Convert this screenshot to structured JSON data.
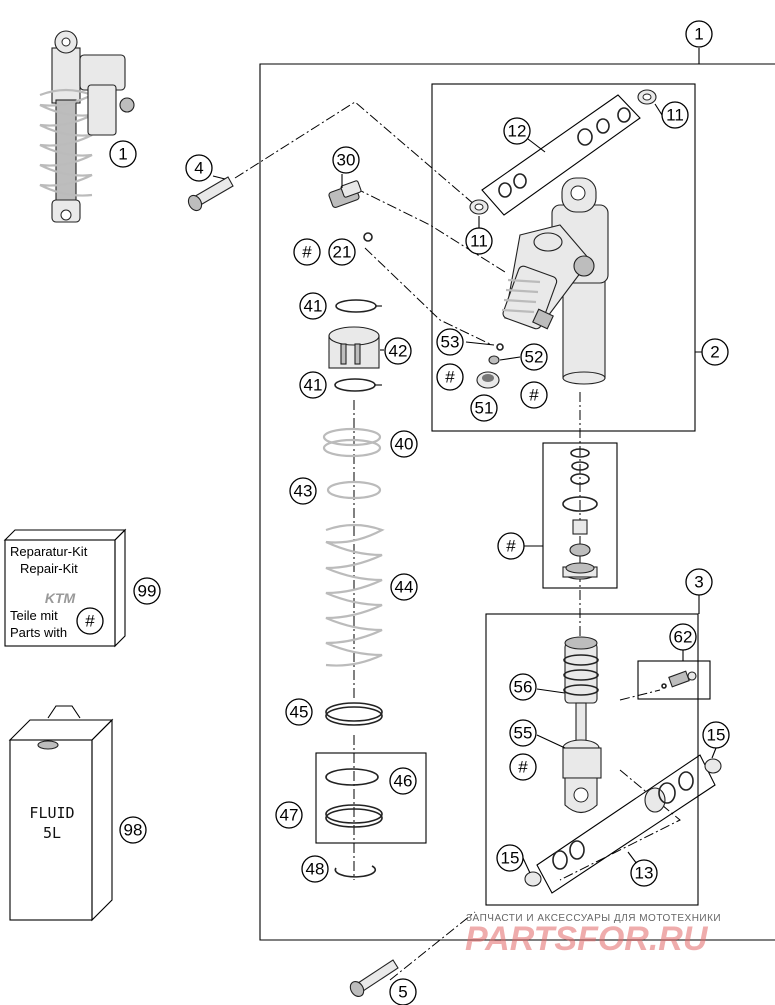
{
  "callouts": {
    "c1_top": "1",
    "c1_left": "1",
    "c2": "2",
    "c3": "3",
    "c4": "4",
    "c5": "5",
    "c11_a": "11",
    "c11_b": "11",
    "c12": "12",
    "c13": "13",
    "c15_a": "15",
    "c15_b": "15",
    "c21": "21",
    "c30": "30",
    "c40": "40",
    "c41_a": "41",
    "c41_b": "41",
    "c42": "42",
    "c43": "43",
    "c44": "44",
    "c45": "45",
    "c46": "46",
    "c47": "47",
    "c48": "48",
    "c51": "51",
    "c52": "52",
    "c53": "53",
    "c55": "55",
    "c56": "56",
    "c62": "62",
    "c98": "98",
    "c99": "99",
    "hash_21": "#",
    "hash_51": "#",
    "hash_52": "#",
    "hash_kit": "#",
    "hash_55": "#",
    "hash_box": "#"
  },
  "repair_kit": {
    "line1": "Reparatur-Kit",
    "line2": "Repair-Kit",
    "brand": "KTM",
    "line3": "Teile mit",
    "line4": "Parts with"
  },
  "fluid_can": {
    "line1": "FLUID",
    "line2": "5L"
  },
  "watermark": {
    "top_text": "ЗАПЧАСТИ И АКСЕССУАРЫ ДЛЯ МОТОТЕХНИКИ",
    "logo_text": "PARTSFOR.RU"
  }
}
